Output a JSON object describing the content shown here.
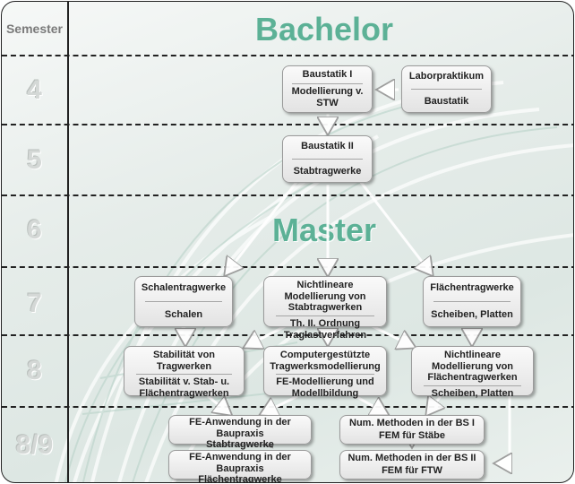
{
  "semester_header": "Semester",
  "semesters": [
    "4",
    "5",
    "6",
    "7",
    "8",
    "8/9"
  ],
  "bachelor_title": "Bachelor",
  "master_title": "Master",
  "colors": {
    "accent": "#5cb196",
    "line": "#222222",
    "arrow": "#ffffff"
  },
  "courses": {
    "baustatik1": {
      "title": "Baustatik I",
      "sub": "Modellierung v. STW"
    },
    "labor": {
      "title": "Laborpraktikum",
      "sub": "Baustatik"
    },
    "baustatik2": {
      "title": "Baustatik II",
      "sub": "Stabtragwerke"
    },
    "schalen": {
      "title": "Schalentragwerke",
      "sub": "Schalen"
    },
    "nichtlin_stab": {
      "title": "Nichtlineare Modellierung von Stabtragwerken",
      "sub": "Th. II. Ordnung Traglastverfahren"
    },
    "flaechen": {
      "title": "Flächentragwerke",
      "sub": "Scheiben, Platten"
    },
    "stabilitaet": {
      "title": "Stabilität von Tragwerken",
      "sub": "Stabilität v. Stab- u. Flächentragwerken"
    },
    "computer": {
      "title": "Computergestützte Tragwerksmodellierung",
      "sub": "FE-Modellierung und Modellbildung"
    },
    "nichtlin_flaeche": {
      "title": "Nichtlineare Modellierung von Flächentragwerken",
      "sub": "Scheiben, Platten"
    },
    "fe_stab": {
      "title": "FE-Anwendung in der Baupraxis",
      "sub": "Stabtragwerke"
    },
    "num1": {
      "title": "Num. Methoden in der BS I",
      "sub": "FEM für Stäbe"
    },
    "fe_flaeche": {
      "title": "FE-Anwendung in der Baupraxis",
      "sub": "Flächentragwerke"
    },
    "num2": {
      "title": "Num. Methoden in der BS II",
      "sub": "FEM für FTW"
    }
  }
}
